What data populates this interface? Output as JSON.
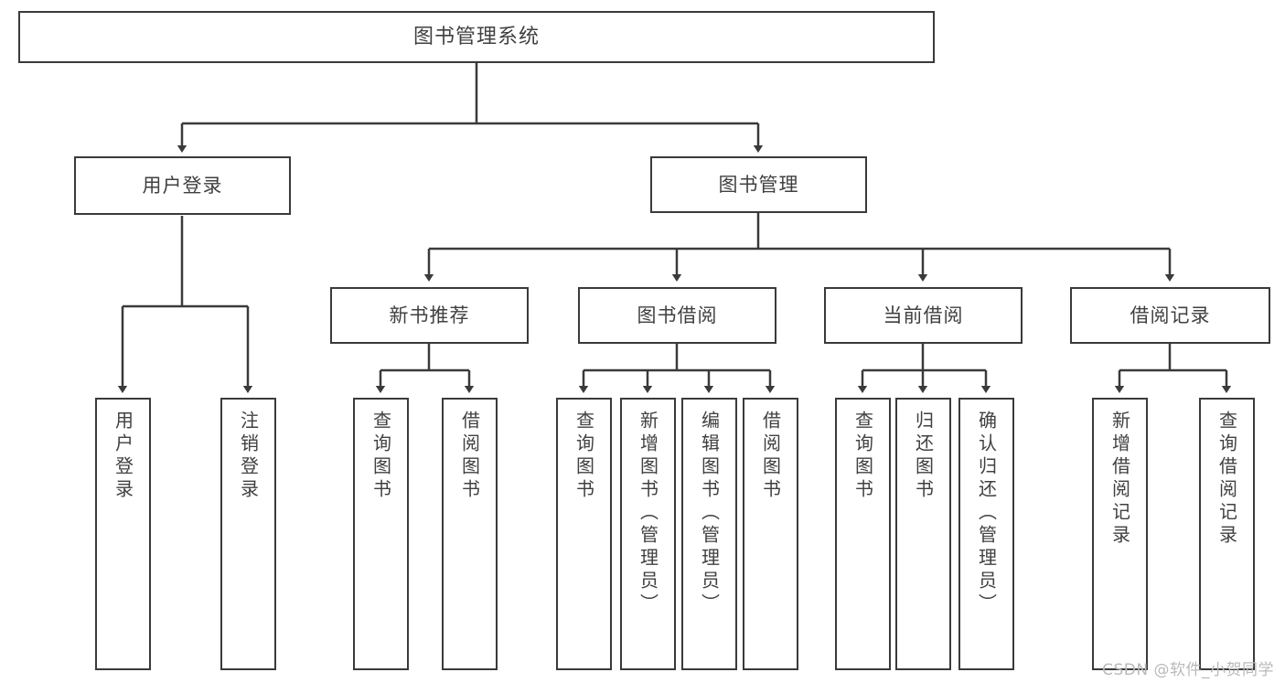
{
  "diagram": {
    "type": "tree-hierarchy",
    "title": "图书管理系统",
    "watermark": "CSDN @软件_小贺同学",
    "colors": {
      "stroke": "#3a3a3a",
      "text": "#404040",
      "background": "#ffffff",
      "watermark": "#b9b9b9"
    },
    "nodes": {
      "root": {
        "label": "图书管理系统"
      },
      "level1": [
        {
          "label": "用户登录"
        },
        {
          "label": "图书管理"
        }
      ],
      "level2": [
        {
          "label": "新书推荐"
        },
        {
          "label": "图书借阅"
        },
        {
          "label": "当前借阅"
        },
        {
          "label": "借阅记录"
        }
      ],
      "leaves": {
        "user_login": [
          {
            "label": "用户登录"
          },
          {
            "label": "注销登录"
          }
        ],
        "new_book": [
          {
            "label": "查询图书"
          },
          {
            "label": "借阅图书"
          }
        ],
        "book_borrow": [
          {
            "label": "查询图书"
          },
          {
            "label": "新增图书（管理员）"
          },
          {
            "label": "编辑图书（管理员）"
          },
          {
            "label": "借阅图书"
          }
        ],
        "current_borrow": [
          {
            "label": "查询图书"
          },
          {
            "label": "归还图书"
          },
          {
            "label": "确认归还（管理员）"
          }
        ],
        "borrow_record": [
          {
            "label": "新增借阅记录"
          },
          {
            "label": "查询借阅记录"
          }
        ]
      }
    }
  }
}
